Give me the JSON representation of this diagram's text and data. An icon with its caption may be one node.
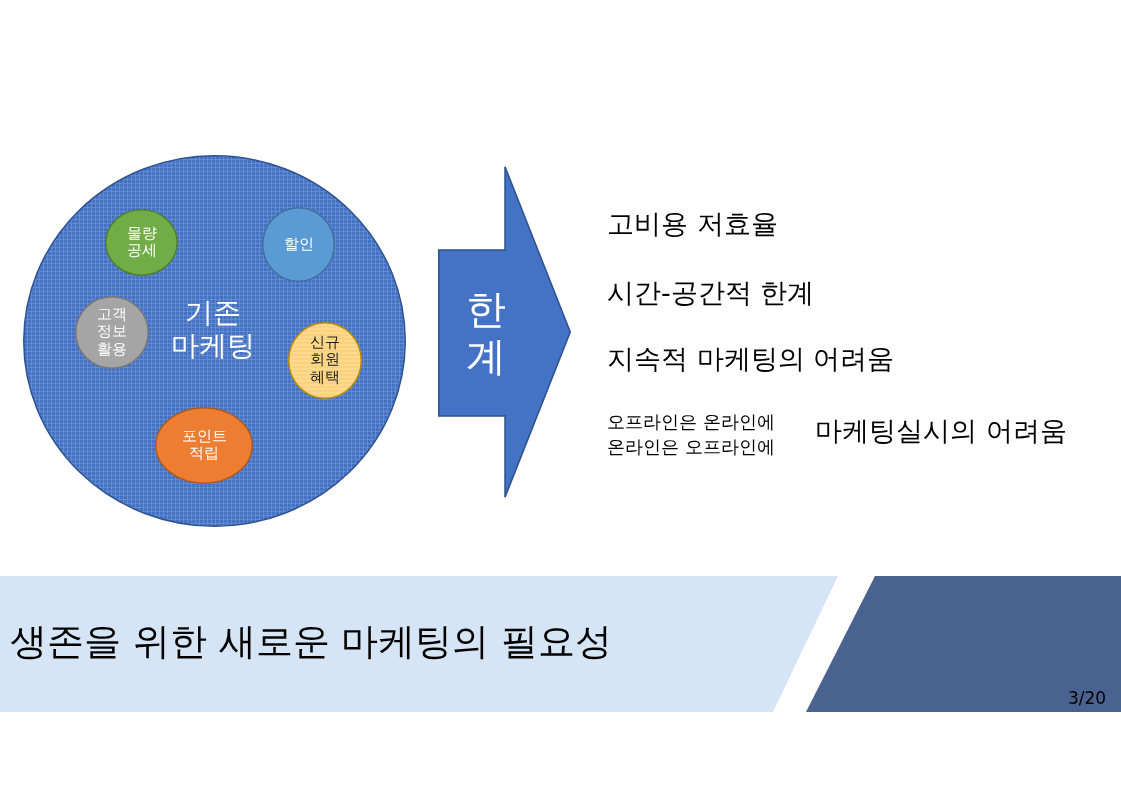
{
  "diagram": {
    "title": "생존을 위한 새로운 마케팅의 필요성",
    "nodes": [
      {
        "text": [
          "기존 마케팅"
        ]
      },
      {
        "text": [
          "물량 공세"
        ],
        "in": 0
      },
      {
        "text": [
          "할인"
        ],
        "in": 0
      },
      {
        "text": [
          "고객 정보 활용"
        ],
        "in": 0
      },
      {
        "text": [
          "신규 회원 혜택"
        ],
        "in": 0
      },
      {
        "text": [
          "포인트 적립"
        ],
        "in": 0
      },
      {
        "text": [
          "한계"
        ]
      }
    ],
    "labels": [
      "고비용 저효율",
      "시간-공간적 한계",
      "지속적 마케팅의 어려움",
      "오프라인은 온라인에",
      "온라인은 오프라인에",
      "마케팅실시의 어려움",
      "3/20"
    ]
  }
}
